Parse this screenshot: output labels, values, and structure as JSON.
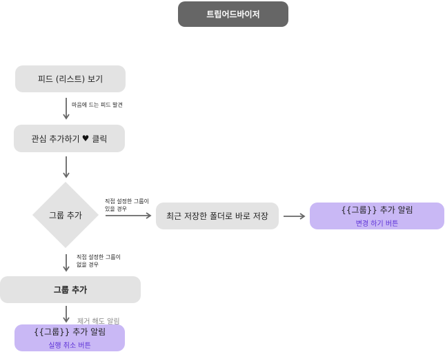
{
  "title": "트립어드바이저",
  "nodes": {
    "view_feed": "피드 (리스트) 보기",
    "add_interest": "관심 추가하기",
    "add_interest_suffix": "클릭",
    "group_add_decision": "그룹 추가",
    "save_recent": "최근 저장한 폴더로 바로 저장",
    "notify_right_main": "{{그룹}} 추가 알림",
    "notify_right_sub": "변경 하기 버튼",
    "group_add": "그룹 추가",
    "notify_bottom_main": "{{그룹}} 추가 알림",
    "notify_bottom_sub": "실행 취소 버튼"
  },
  "edges": {
    "found_feed": "마음에 드는 피드 발견",
    "has_group_line1": "직접 설정한 그룹이",
    "has_group_line2": "있을 경우",
    "no_group_line1": "직접 설정한 그룹이",
    "no_group_line2": "없을 경우",
    "removed_notify": "제거 해도 알림"
  },
  "icons": {
    "heart": "heart-icon"
  },
  "colors": {
    "title_bg": "#666666",
    "step_bg": "#e3e3e3",
    "notify_bg": "#c9b8f5",
    "notify_sub_text": "#5b2fd6",
    "arrow": "#666666"
  }
}
